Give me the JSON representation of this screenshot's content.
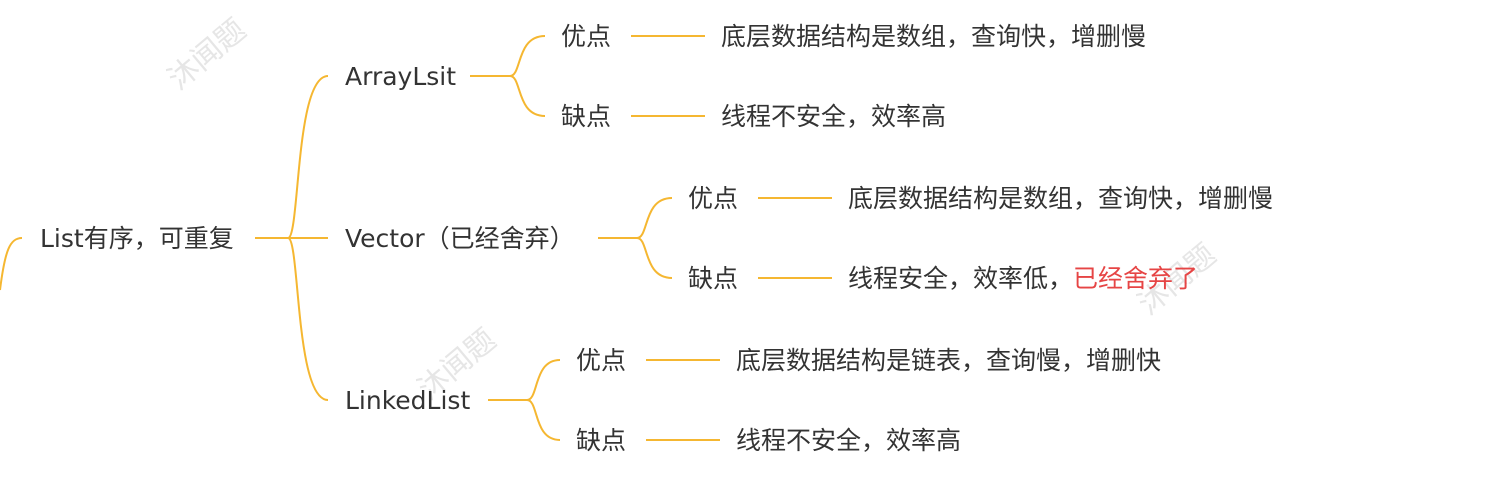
{
  "colors": {
    "connector": "#f5b731",
    "text": "#333333",
    "highlight": "#e64545",
    "watermark": "#e6e6e6"
  },
  "root": {
    "label": "List有序，可重复"
  },
  "branches": [
    {
      "label": "ArrayLsit",
      "pros": {
        "label": "优点",
        "text": "底层数据结构是数组，查询快，增删慢"
      },
      "cons": {
        "label": "缺点",
        "text": "线程不安全，效率高",
        "highlight": ""
      }
    },
    {
      "label": "Vector（已经舍弃）",
      "pros": {
        "label": "优点",
        "text": "底层数据结构是数组，查询快，增删慢"
      },
      "cons": {
        "label": "缺点",
        "text": "线程安全，效率低，",
        "highlight": "已经舍弃了"
      }
    },
    {
      "label": "LinkedList",
      "pros": {
        "label": "优点",
        "text": "底层数据结构是链表，查询慢，增删快"
      },
      "cons": {
        "label": "缺点",
        "text": "线程不安全，效率高",
        "highlight": ""
      }
    }
  ],
  "watermark": "沐闻题"
}
